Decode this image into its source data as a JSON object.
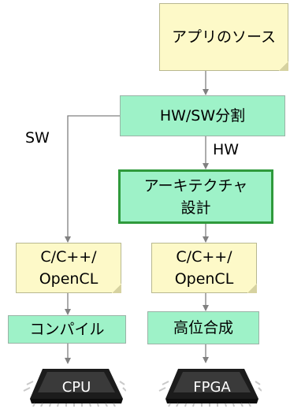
{
  "nodes": {
    "app_source": "アプリのソース",
    "partition": "HW/SW分割",
    "architecture_line1": "アーキテクチャ",
    "architecture_line2": "設計",
    "sw_code_line1": "C/C++/",
    "sw_code_line2": "OpenCL",
    "hw_code_line1": "C/C++/",
    "hw_code_line2": "OpenCL",
    "compile": "コンパイル",
    "hls": "高位合成"
  },
  "edge_labels": {
    "sw": "SW",
    "hw": "HW"
  },
  "targets": {
    "cpu": "CPU",
    "fpga": "FPGA"
  },
  "colors": {
    "doc_fill": "#fdf9c8",
    "process_fill": "#9ef2c8",
    "architecture_border": "#2f9a3c",
    "connector": "#808080"
  }
}
